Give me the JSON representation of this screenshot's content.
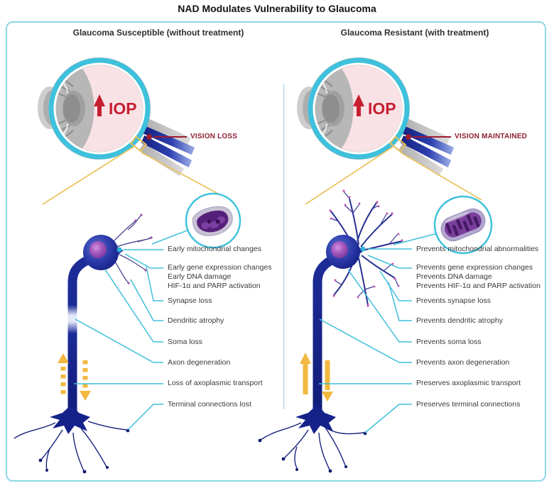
{
  "title": "NAD Modulates Vulnerability to Glaucoma",
  "left_panel": {
    "heading": "Glaucoma Susceptible (without treatment)",
    "iop_label": "IOP",
    "vision_label": "VISION LOSS",
    "annotations": [
      "Early mitochondrial changes",
      "Early gene expression changes\nEarly DNA damage\nHIF-1α and PARP activation",
      "Synapse loss",
      "Dendritic atrophy",
      "Soma loss",
      "Axon degeneration",
      "Loss of axoplasmic transport",
      "Terminal connections lost"
    ]
  },
  "right_panel": {
    "heading": "Glaucoma Resistant (with treatment)",
    "iop_label": "IOP",
    "vision_label": "VISION MAINTAINED",
    "annotations": [
      "Prevents mitochondrial abnormalities",
      "Prevents gene expression changes\nPrevents DNA damage\nPrevents HIF-1α and PARP activation",
      "Prevents synapse loss",
      "Prevents dendritic atrophy",
      "Prevents soma loss",
      "Prevents axon degeneration",
      "Preserves axoplasmic transport",
      "Preserves terminal connections"
    ]
  },
  "colors": {
    "frame_border": "#8ed8e8",
    "divider": "#b7d8ea",
    "eye_ring_cyan": "#3ec1dc",
    "eye_interior_pink": "#f9e2e6",
    "iop_red": "#c51f30",
    "vision_dark_red": "#9c1c33",
    "neuron_navy": "#1b2b96",
    "nucleus_purple": "#7a3f9d",
    "leader_cyan": "#3fbfdb",
    "magnifier_yellow": "#ecc464",
    "transport_arrow_yellow": "#f2b840"
  }
}
